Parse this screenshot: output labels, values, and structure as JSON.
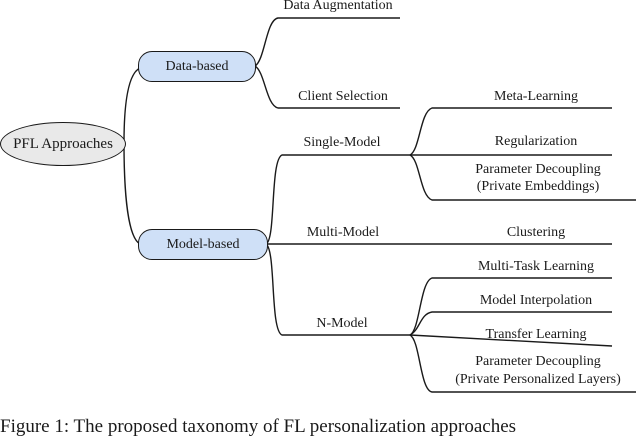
{
  "diagram": {
    "root": "PFL Approaches",
    "branches": {
      "data_based": {
        "label": "Data-based",
        "children": [
          "Data Augmentation",
          "Client Selection"
        ]
      },
      "model_based": {
        "label": "Model-based",
        "single_model": {
          "label": "Single-Model",
          "children": [
            "Meta-Learning",
            "Regularization",
            "Parameter Decoupling",
            "(Private Embeddings)"
          ]
        },
        "multi_model": {
          "label": "Multi-Model",
          "children": [
            "Clustering"
          ]
        },
        "n_model": {
          "label": "N-Model",
          "children": [
            "Multi-Task Learning",
            "Model Interpolation",
            "Transfer Learning",
            "Parameter Decoupling",
            "(Private Personalized Layers)"
          ]
        }
      }
    }
  },
  "caption": "Figure 1: The proposed taxonomy of FL personalization approaches"
}
